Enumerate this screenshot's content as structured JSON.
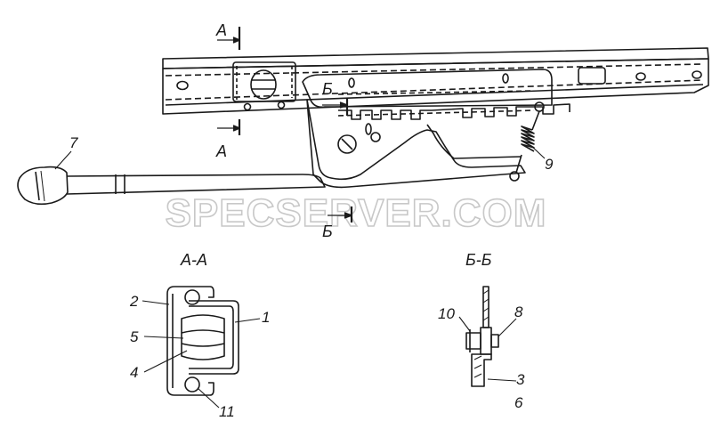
{
  "watermark": "SPECSERVER.COM",
  "sections": {
    "a_a": "А-А",
    "b_b": "Б-Б"
  },
  "cut_marks": {
    "a_top": "А",
    "a_bottom": "А",
    "b_top": "Б",
    "b_bottom": "Б"
  },
  "callouts": {
    "n1": "1",
    "n2": "2",
    "n3": "3",
    "n4": "4",
    "n5": "5",
    "n6": "6",
    "n7": "7",
    "n8": "8",
    "n9": "9",
    "n10": "10",
    "n11": "11"
  }
}
